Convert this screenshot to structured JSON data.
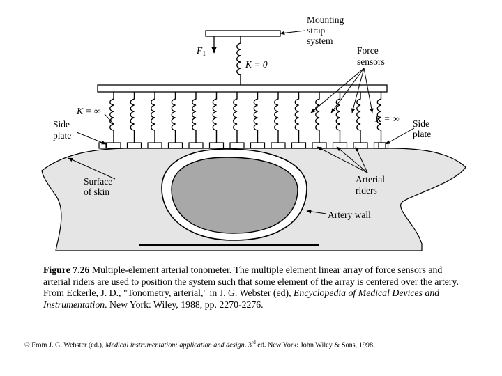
{
  "diagram": {
    "labels": {
      "mounting_1": "Mounting",
      "mounting_2": "strap",
      "mounting_3": "system",
      "force_1": "Force",
      "force_2": "sensors",
      "f1_letter": "F",
      "f1_sub": "1",
      "k_zero": "K = 0",
      "k_inf_left": "K = ∞",
      "k_inf_right": "K = ∞",
      "side_left_1": "Side",
      "side_left_2": "plate",
      "side_right_1": "Side",
      "side_right_2": "plate",
      "skin_1": "Surface",
      "skin_2": "of skin",
      "riders_1": "Arterial",
      "riders_2": "riders",
      "artery_wall": "Artery wall"
    }
  },
  "caption": {
    "figure_label": "Figure 7.26",
    "text_1": " Multiple-element arterial tonometer. The multiple element linear array of force sensors and arterial riders are used to position the system such that some element of the array is centered over the artery. From Eckerle, J. D., \"Tonometry, arterial,\" in J. G. Webster (ed), ",
    "book_title": "Encyclopedia of Medical Devices and Instrumentation",
    "text_2": ". New York: Wiley, 1988, pp. 2270-2276."
  },
  "credit": {
    "prefix": "© From J. G. Webster (ed.), ",
    "title": "Medical instrumentation: application and design",
    "edition_num": ". 3",
    "edition_sup": "rd",
    "suffix": " ed. New York: John Wiley & Sons, 1998."
  }
}
